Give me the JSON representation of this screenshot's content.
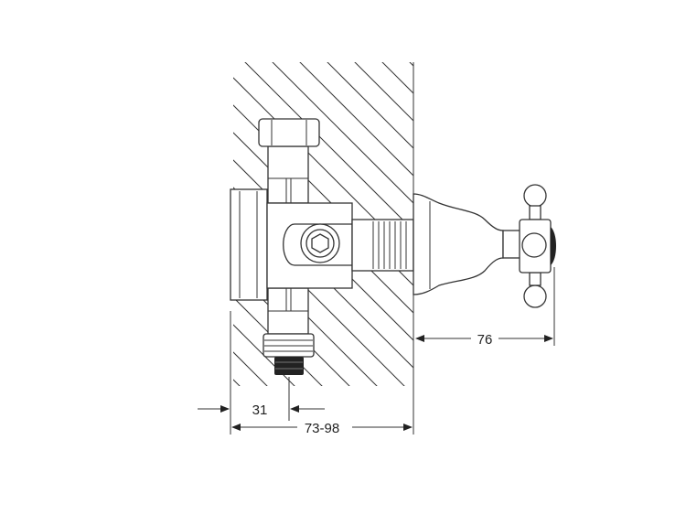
{
  "diagram": {
    "dimensions": {
      "handle_projection": "76",
      "outlet_offset": "31",
      "wall_depth_range": "73-98"
    },
    "colors": {
      "line": "#333333",
      "background": "#ffffff"
    }
  }
}
